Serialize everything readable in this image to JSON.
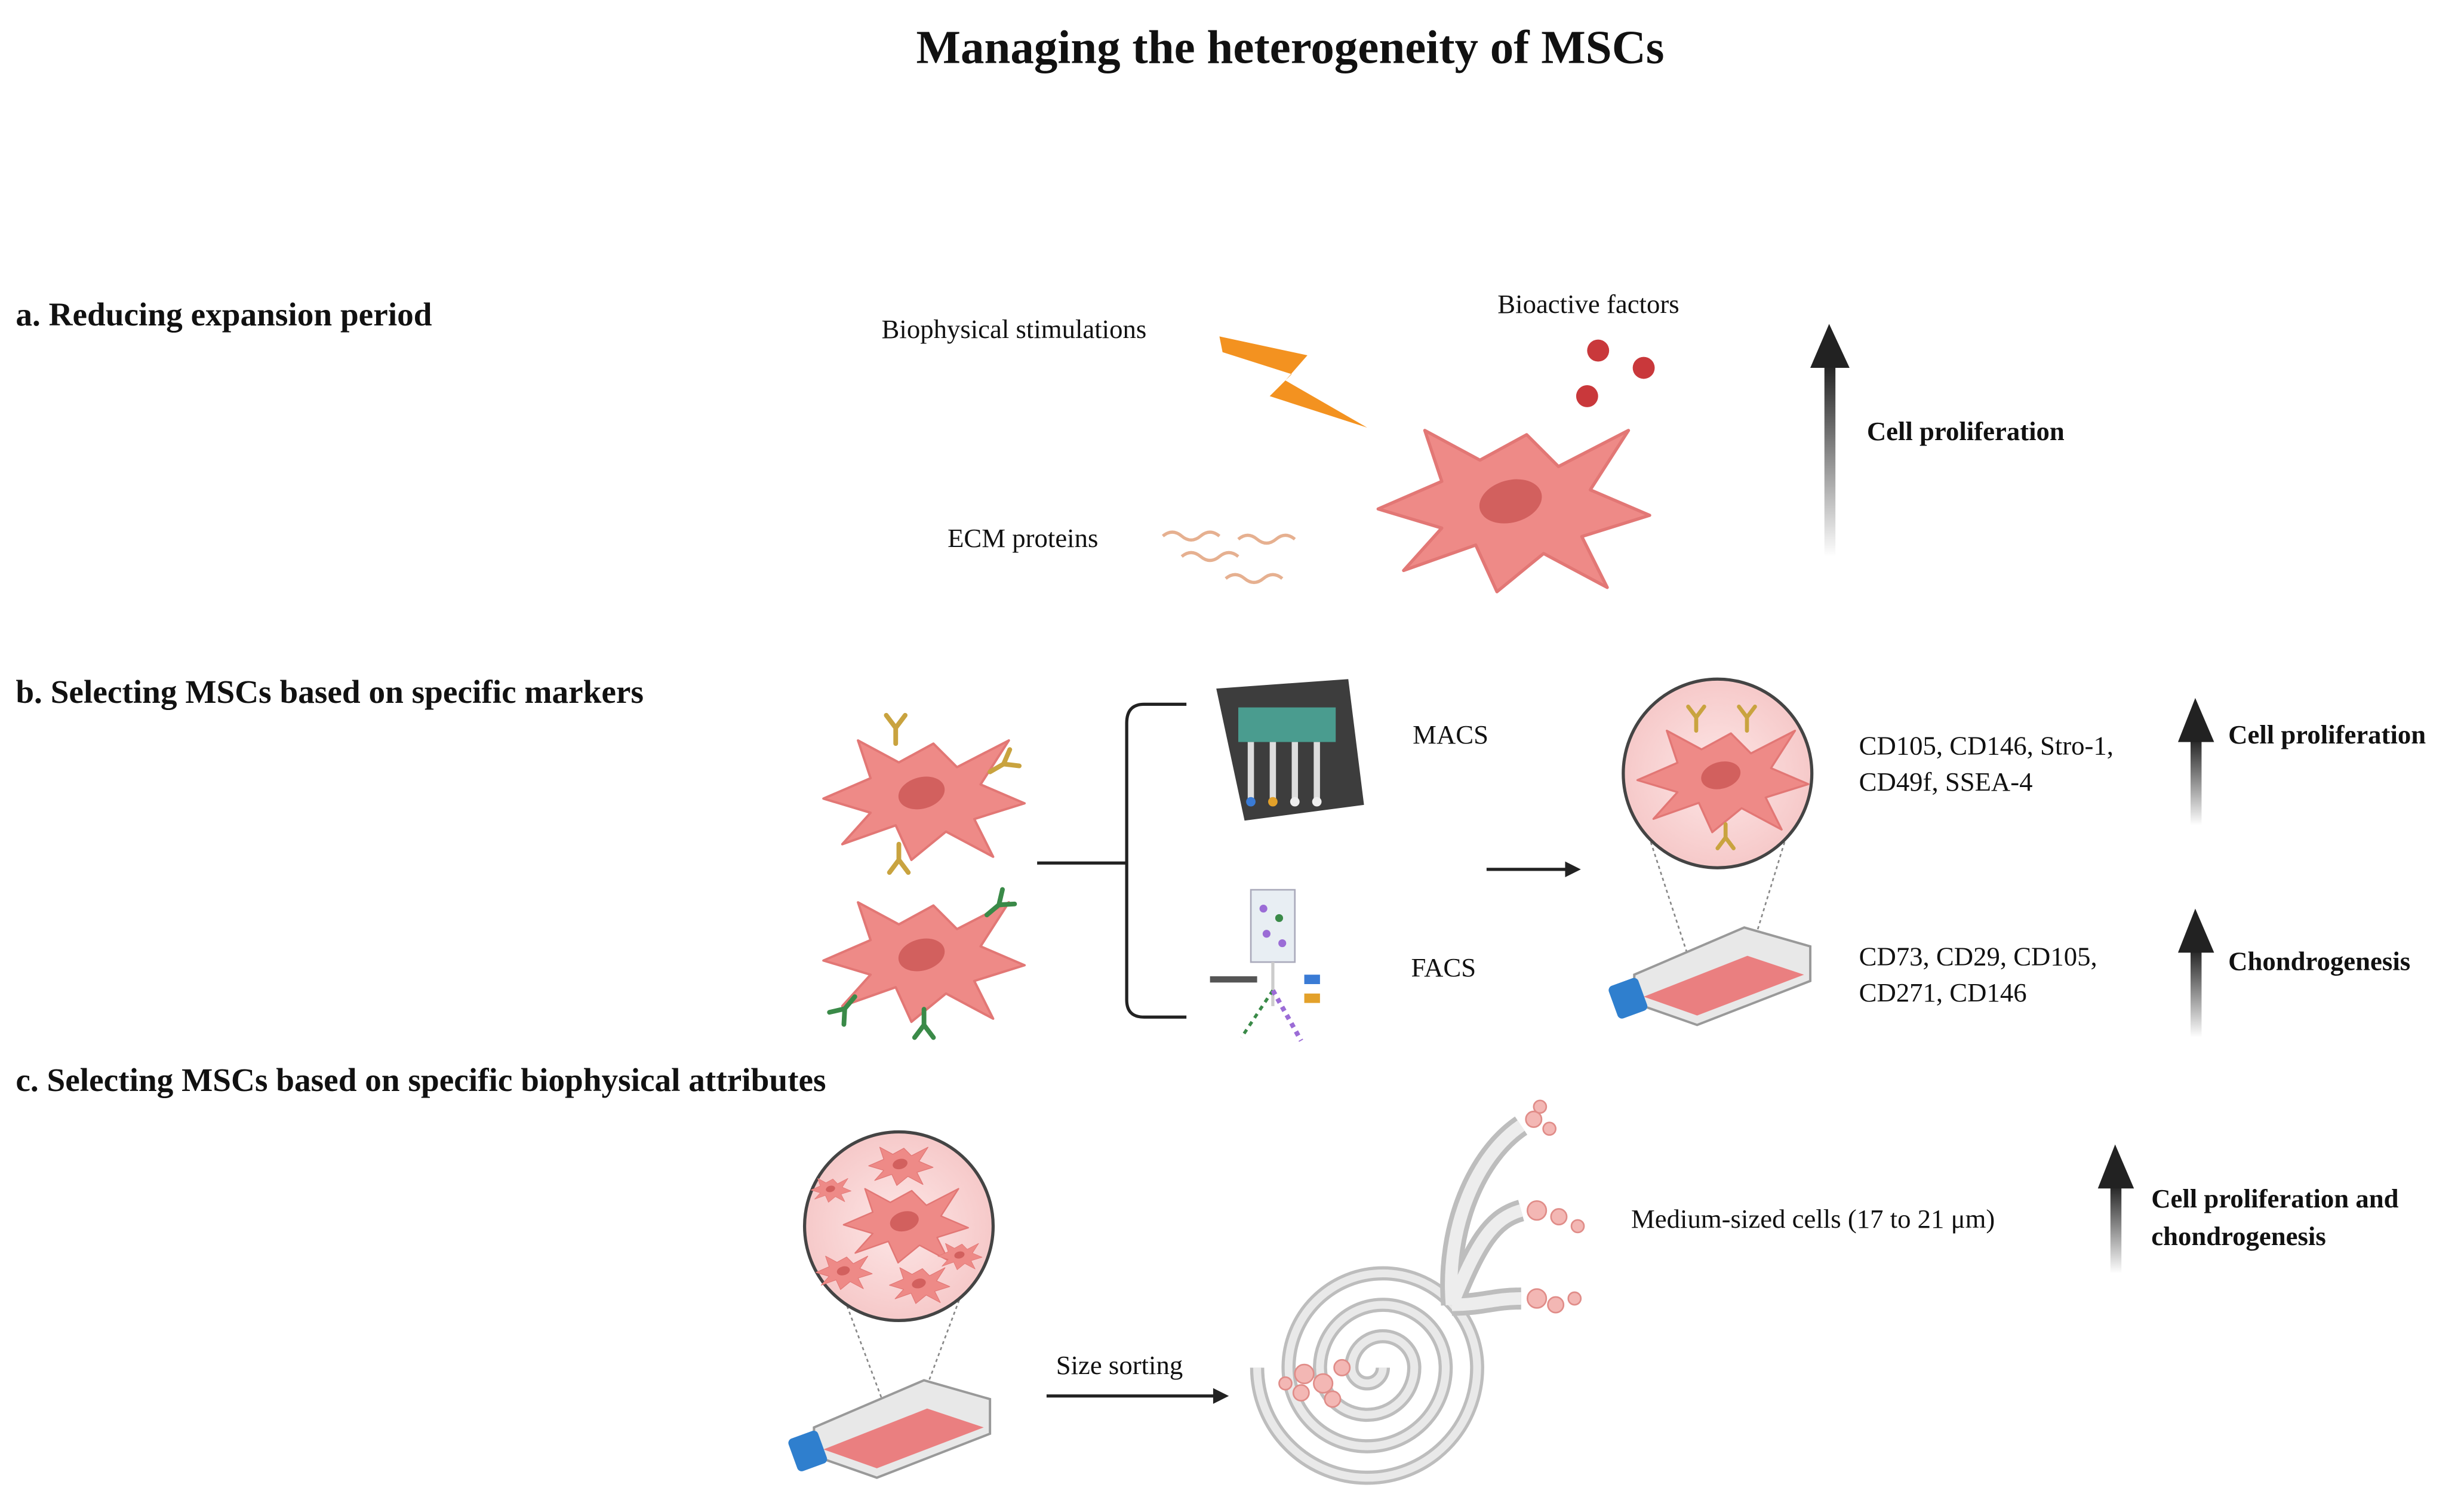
{
  "title": "Managing the heterogeneity of MSCs",
  "sections": {
    "a": {
      "heading": "a. Reducing expansion period",
      "biophysical": "Biophysical stimulations",
      "bioactive": "Bioactive factors",
      "ecm": "ECM proteins",
      "result": "Cell proliferation"
    },
    "b": {
      "heading": "b. Selecting MSCs based on specific markers",
      "macs": "MACS",
      "facs": "FACS",
      "markers_prolif_line1": "CD105, CD146, Stro-1,",
      "markers_prolif_line2": "CD49f, SSEA-4",
      "result_prolif": "Cell proliferation",
      "markers_chondro_line1": "CD73, CD29, CD105,",
      "markers_chondro_line2": "CD271, CD146",
      "result_chondro": "Chondrogenesis"
    },
    "c": {
      "heading": "c. Selecting MSCs based on specific biophysical attributes",
      "size_sorting": "Size sorting",
      "medium_cells": "Medium-sized cells (17 to 21 μm)",
      "result_line1": "Cell proliferation and",
      "result_line2": "chondrogenesis"
    }
  },
  "colors": {
    "cell": "#ee8a87",
    "nucleus": "#d2605e",
    "lightning": "#f39220",
    "bioactive": "#c9383b",
    "antibody_gold": "#c9a33f",
    "antibody_green": "#3a8a48",
    "flask_cap": "#2f7fce"
  }
}
